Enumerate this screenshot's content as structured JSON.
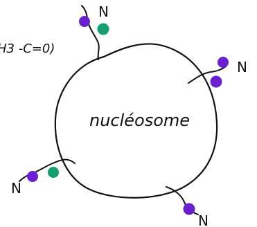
{
  "labels": {
    "center": "nucléosome",
    "modification": "H3 -C=0)",
    "terminus": "N"
  },
  "colors": {
    "outline": "#111111",
    "purple": "#6a1fd0",
    "green": "#13a06e"
  },
  "tails": [
    {
      "id": "tail-top",
      "marks": [
        "purple",
        "green"
      ],
      "label": "N"
    },
    {
      "id": "tail-right",
      "marks": [
        "purple",
        "purple"
      ],
      "label": "N"
    },
    {
      "id": "tail-left",
      "marks": [
        "purple",
        "green"
      ],
      "label": "N"
    },
    {
      "id": "tail-bottom",
      "marks": [
        "purple"
      ],
      "label": "N"
    }
  ]
}
